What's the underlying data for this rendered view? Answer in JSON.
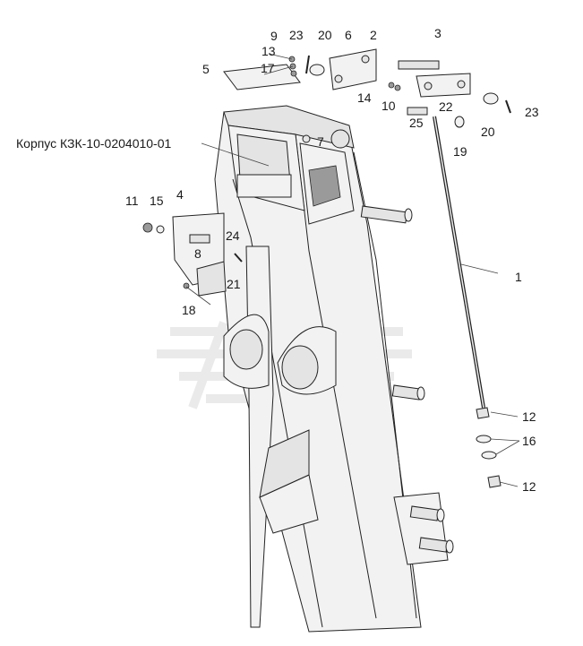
{
  "diagram": {
    "assembly_label": "Корпус КЗК-10-0204010-01",
    "callouts": [
      "1",
      "2",
      "3",
      "4",
      "5",
      "6",
      "7",
      "8",
      "9",
      "10",
      "11",
      "12",
      "13",
      "14",
      "15",
      "16",
      "17",
      "18",
      "19",
      "20",
      "21",
      "22",
      "23",
      "24",
      "25"
    ],
    "colors": {
      "line": "#222222",
      "fill": "#f2f2f2",
      "watermark": "#d9d9d9"
    }
  }
}
